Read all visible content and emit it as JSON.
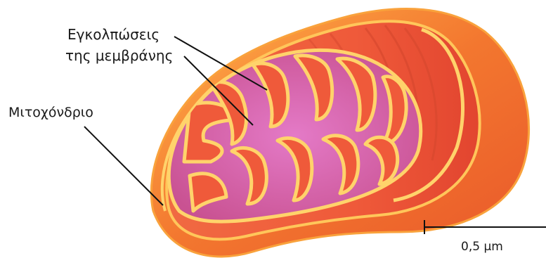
{
  "labels": {
    "cristae_line1": "Εγκολπώσεις",
    "cristae_line2": "της μεμβράνης",
    "mitochondrion": "Μιτοχόνδριο",
    "scale_bar": "0,5 μm"
  },
  "colors": {
    "background": "#ffffff",
    "outer_membrane": "#f07a2a",
    "inner_body": "#ef6a3c",
    "membrane_edge": "#ffd36b",
    "matrix": "#d7609c",
    "leader_line": "#111111"
  }
}
